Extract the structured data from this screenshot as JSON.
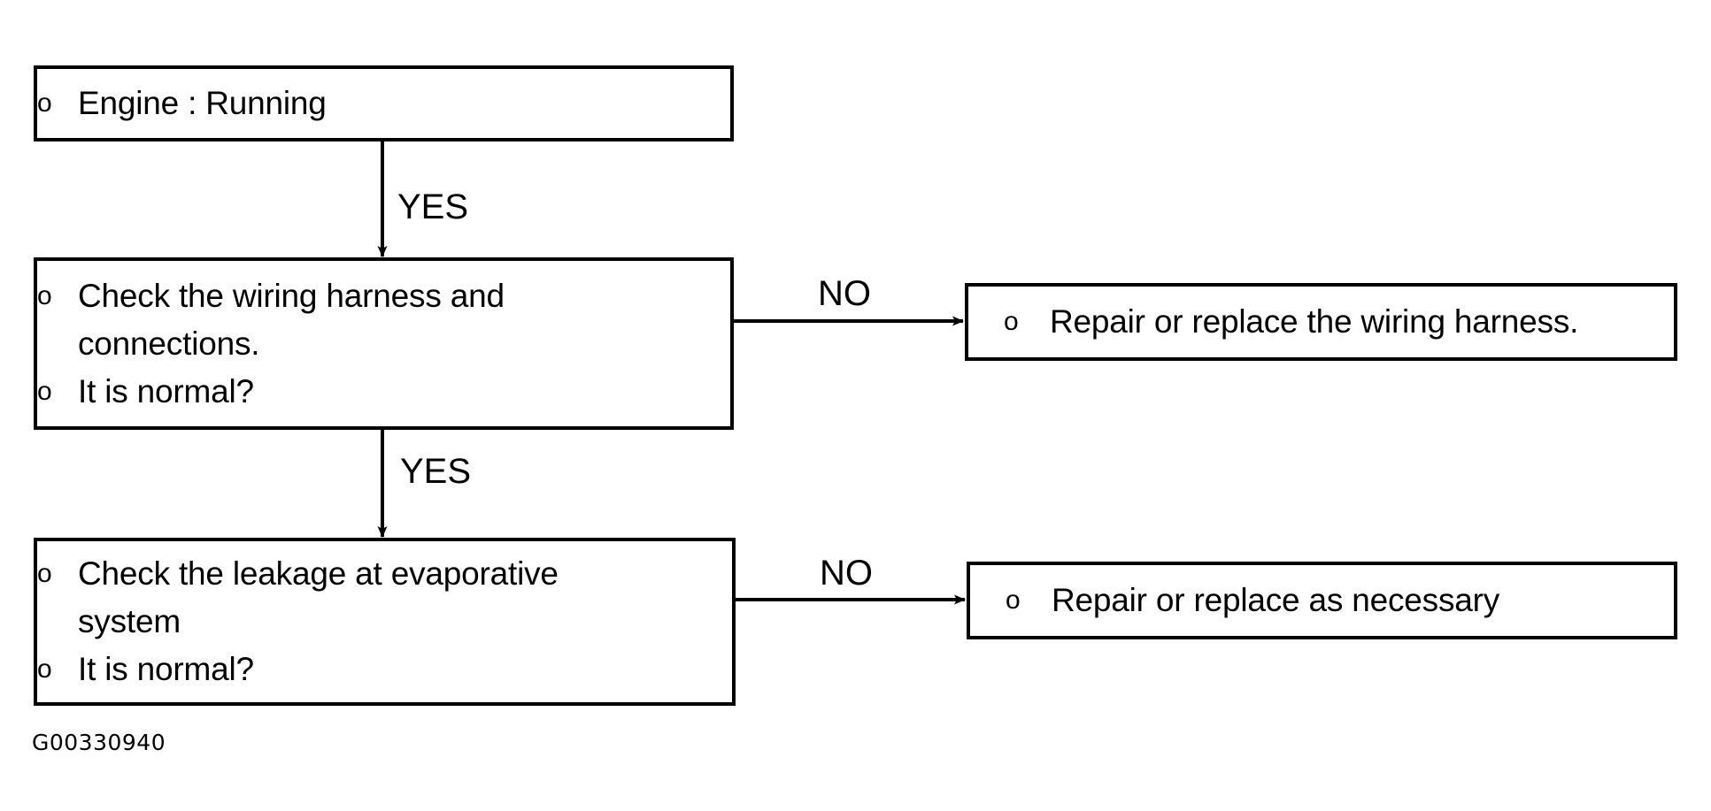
{
  "diagram": {
    "title": "Evaporative system / wiring harness diagnostic flowchart",
    "caption": "G00330940",
    "line_color": "#000000",
    "background_color": "#ffffff",
    "nodes": [
      {
        "id": "engine-running",
        "lines": [
          {
            "bullet": "o",
            "text": "Engine : Running",
            "cont": ""
          }
        ]
      },
      {
        "id": "check-wiring-harness",
        "lines": [
          {
            "bullet": "o",
            "text": "Check the wiring harness and",
            "cont": "connections."
          },
          {
            "bullet": "o",
            "text": "It is normal?",
            "cont": ""
          }
        ]
      },
      {
        "id": "repair-wiring-harness",
        "lines": [
          {
            "bullet": "o",
            "text": "Repair or replace the wiring harness.",
            "cont": ""
          }
        ]
      },
      {
        "id": "check-leakage",
        "lines": [
          {
            "bullet": "o",
            "text": "Check the leakage at evaporative",
            "cont": "system"
          },
          {
            "bullet": "o",
            "text": "It is normal?",
            "cont": ""
          }
        ]
      },
      {
        "id": "repair-as-necessary",
        "lines": [
          {
            "bullet": "o",
            "text": "Repair or replace as necessary",
            "cont": ""
          }
        ]
      }
    ],
    "edges": [
      {
        "id": "engine-to-wiring",
        "label": "YES",
        "direction": "down"
      },
      {
        "id": "wiring-to-repair",
        "label": "NO",
        "direction": "right"
      },
      {
        "id": "wiring-to-leakage",
        "label": "YES",
        "direction": "down"
      },
      {
        "id": "leakage-to-repair",
        "label": "NO",
        "direction": "right"
      }
    ]
  }
}
